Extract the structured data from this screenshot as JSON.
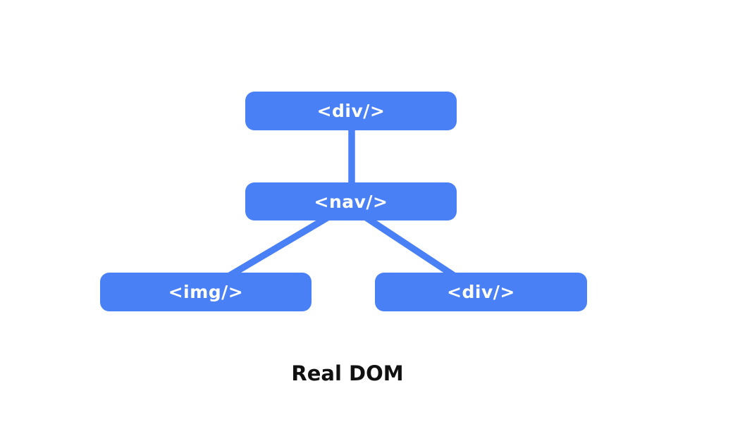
{
  "diagram": {
    "title": "Real DOM",
    "nodes": [
      {
        "id": "root-div",
        "label": "<div/>"
      },
      {
        "id": "nav",
        "label": "<nav/>"
      },
      {
        "id": "img",
        "label": "<img/>"
      },
      {
        "id": "child-div",
        "label": "<div/>"
      }
    ],
    "edges": [
      {
        "from": "root-div",
        "to": "nav"
      },
      {
        "from": "nav",
        "to": "img"
      },
      {
        "from": "nav",
        "to": "child-div"
      }
    ],
    "colors": {
      "node_fill": "#4A80F5",
      "node_text": "#FFFFFF",
      "connector": "#4A80F5",
      "title": "#111111",
      "background": "#FFFFFF"
    }
  }
}
